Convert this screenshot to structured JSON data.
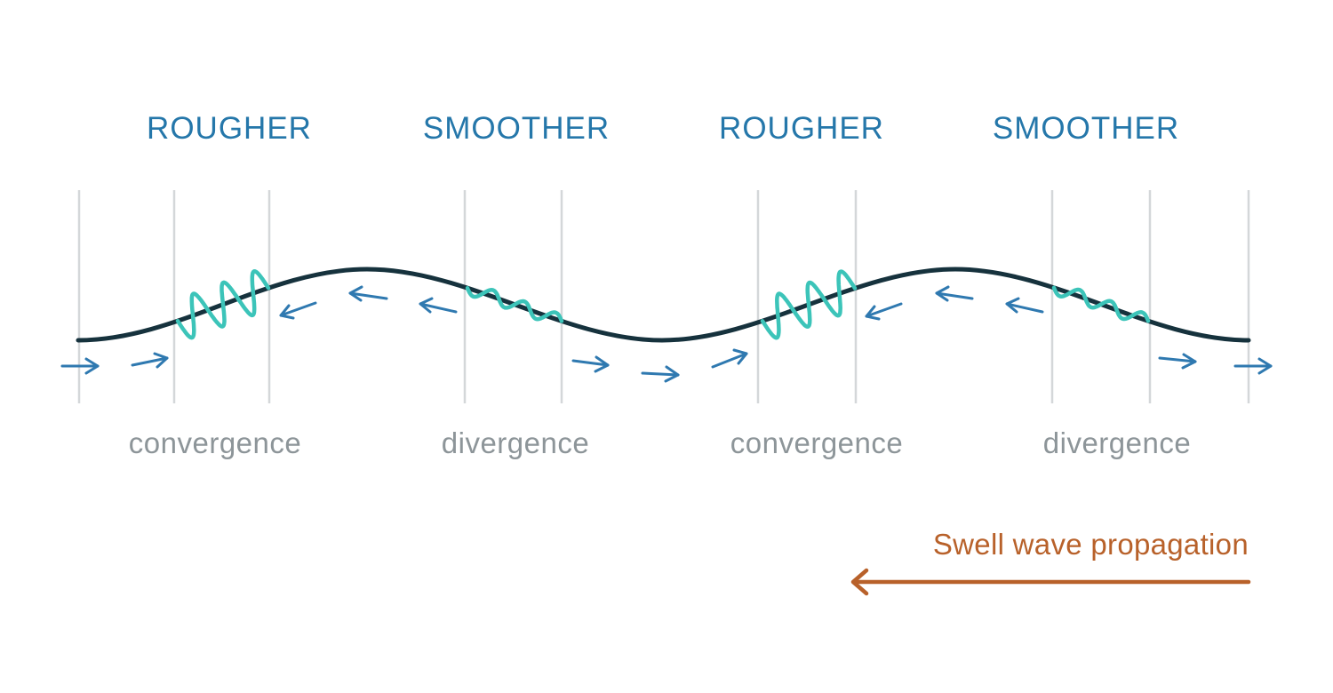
{
  "colors": {
    "top_label": "#2577aa",
    "bottom_label": "#8d9599",
    "swell_line": "#16323d",
    "ripple": "#3cc4b9",
    "current_arrow": "#2f79b0",
    "propagation": "#b8612a",
    "guide_line": "#d4d7d9"
  },
  "top_labels": [
    "ROUGHER",
    "SMOOTHER",
    "ROUGHER",
    "SMOOTHER"
  ],
  "bottom_labels": [
    "convergence",
    "divergence",
    "convergence",
    "divergence"
  ],
  "propagation": {
    "label": "Swell wave propagation",
    "direction": "left"
  }
}
